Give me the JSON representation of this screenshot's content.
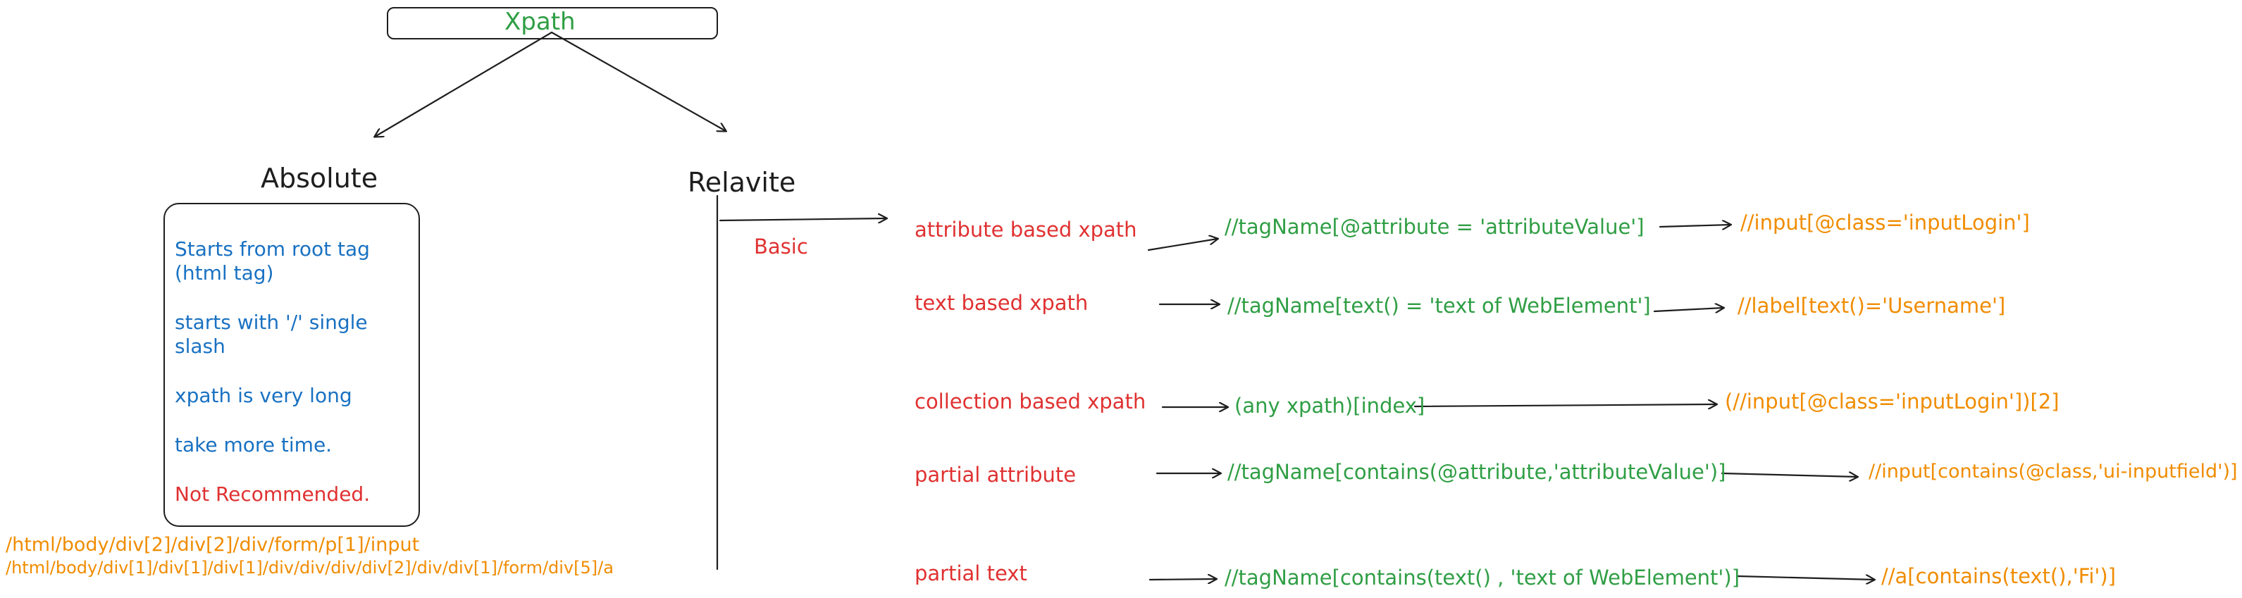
{
  "diagram": {
    "title": "Xpath",
    "absolute": {
      "heading": "Absolute",
      "notes": [
        "Starts from root tag",
        "(html tag)",
        "starts with '/' single",
        "slash",
        "xpath is very long",
        "take more time.",
        "Not Recommended."
      ],
      "examples": [
        "/html/body/div[2]/div[2]/div/form/p[1]/input",
        "/html/body/div[1]/div[1]/div[1]/div/div/div/div[2]/div/div[1]/form/div[5]/a"
      ]
    },
    "relative": {
      "heading": "Relavite",
      "basic_label": "Basic",
      "rows": [
        {
          "name": "attribute based xpath",
          "syntax": "//tagName[@attribute = 'attributeValue']",
          "example": "//input[@class='inputLogin']"
        },
        {
          "name": "text based xpath",
          "syntax": "//tagName[text() = 'text of WebElement']",
          "example": "//label[text()='Username']"
        },
        {
          "name": "collection based xpath",
          "syntax": "(any xpath)[index]",
          "example": "(//input[@class='inputLogin'])[2]"
        },
        {
          "name": "partial attribute",
          "syntax": "//tagName[contains(@attribute,'attributeValue')]",
          "example": "//input[contains(@class,'ui-inputfield')]"
        },
        {
          "name": "partial text",
          "syntax": "//tagName[contains(text() , 'text of WebElement')]",
          "example": "//a[contains(text(),'Fi')]"
        }
      ]
    },
    "colors": {
      "ink": "#1e1e1e",
      "green": "#2f9e44",
      "red": "#e03131",
      "blue": "#1971c2",
      "orange": "#f08c00"
    }
  }
}
